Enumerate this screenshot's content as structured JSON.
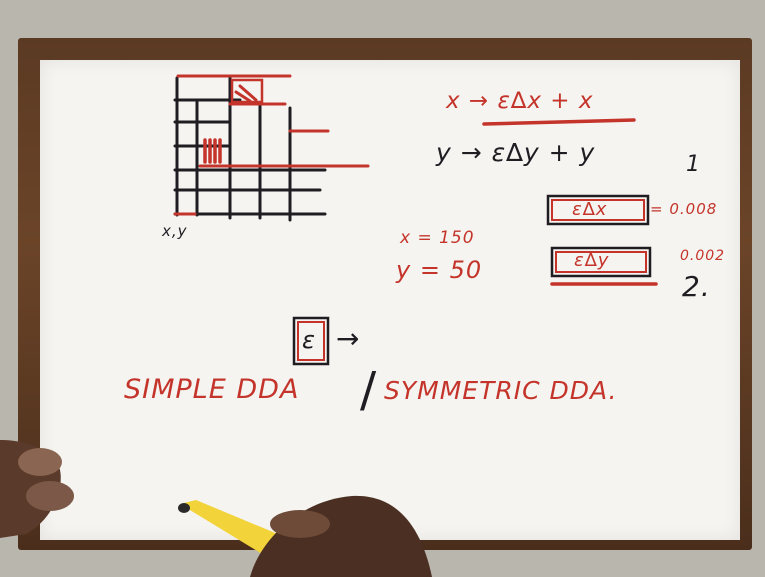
{
  "board": {
    "formula_x": "x → ε∆x + x",
    "formula_y": "y → ε∆y + y",
    "note_one": "1",
    "box_dx": "ε∆x",
    "box_dy": "ε∆y",
    "value_dx": "= 0.008",
    "value_dy": "0.002",
    "note_two": "2.",
    "x_value": "x = 150",
    "y_value": "y = 50",
    "grid_origin_label": "x,y",
    "epsilon_symbol": "ε",
    "arrow": "→",
    "title_left": "SIMPLE DDA",
    "title_separator": "/",
    "title_right": "SYMMETRIC DDA."
  },
  "colors": {
    "ink_red": "#c4342b",
    "ink_dark": "#1f1d22",
    "board": "#f5f4f0",
    "frame": "#5b3a23",
    "marker": "#f2d33a"
  }
}
